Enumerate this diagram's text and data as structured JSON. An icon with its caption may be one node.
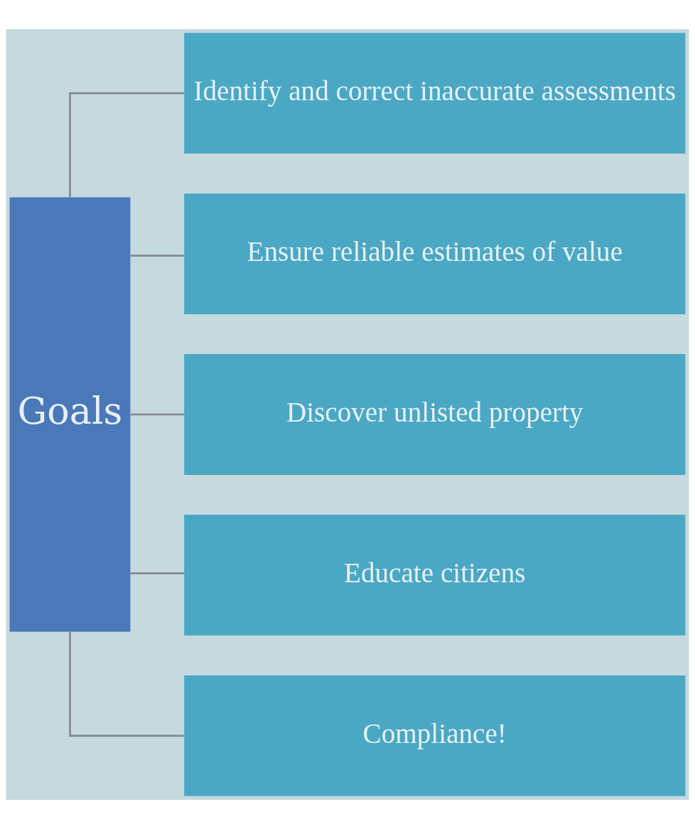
{
  "diagram": {
    "nodes": [
      {
        "text": [
          "Goals"
        ]
      },
      {
        "text": [
          "Identify and correct inaccurate assessments"
        ]
      },
      {
        "text": [
          "Ensure reliable estimates of value"
        ]
      },
      {
        "text": [
          "Discover unlisted property"
        ]
      },
      {
        "text": [
          "Educate citizens"
        ]
      },
      {
        "text": [
          "Compliance!"
        ]
      }
    ],
    "edges": [
      {
        "from": 0,
        "to": 1,
        "arrow": "none"
      },
      {
        "from": 0,
        "to": 2,
        "arrow": "none"
      },
      {
        "from": 0,
        "to": 3,
        "arrow": "none"
      },
      {
        "from": 0,
        "to": 4,
        "arrow": "none"
      },
      {
        "from": 0,
        "to": 5,
        "arrow": "none"
      }
    ]
  }
}
